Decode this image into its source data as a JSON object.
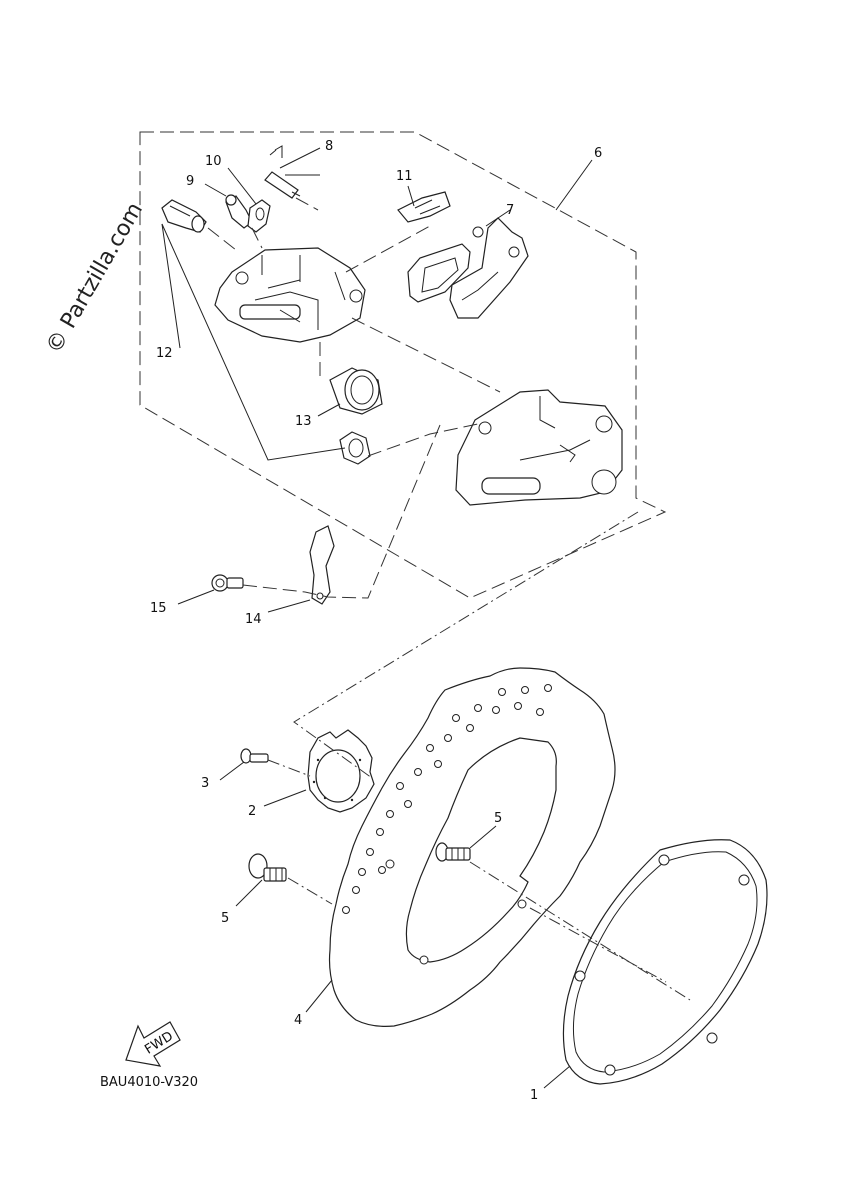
{
  "watermark": "© Partzilla.com",
  "diagram_code": "BAU4010-V320",
  "fwd_label": "FWD",
  "callouts": {
    "c1": "1",
    "c2": "2",
    "c3": "3",
    "c4": "4",
    "c5a": "5",
    "c5b": "5",
    "c6": "6",
    "c7": "7",
    "c8": "8",
    "c9": "9",
    "c10": "10",
    "c11": "11",
    "c12": "12",
    "c13": "13",
    "c14": "14",
    "c15": "15"
  }
}
